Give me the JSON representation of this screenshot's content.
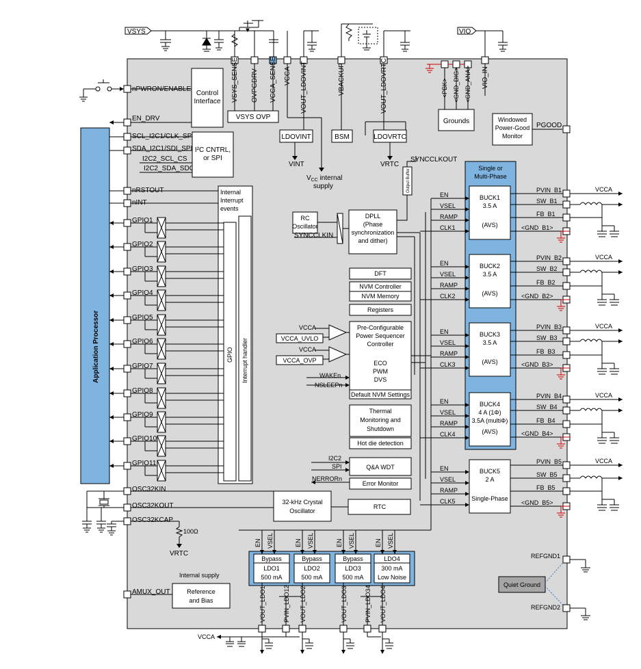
{
  "ext": {
    "vsys": "VSYS",
    "vio": "VIO",
    "vcca_bottom": "VCCA",
    "vrtc_ext": "VRTC",
    "r100": "100Ω",
    "internal_supply_bottom": "Internal supply",
    "vcca_right": [
      "VCCA",
      "VCCA",
      "VCCA",
      "VCCA",
      "VCCA"
    ]
  },
  "left_pins": {
    "npwron": "nPWRON/ENABLE",
    "en_drv": "EN_DRV",
    "scl": "SCL_I2C1/CLK_SPI",
    "sda": "SDA_I2C1/SDI_SPI",
    "scs": "I2C2_SCL_CS",
    "ssdo": "I2C2_SDA_SDO",
    "nrstout": "nRSTOUT",
    "nint": "nINT",
    "gpio": [
      "GPIO1",
      "GPIO2",
      "GPIO3",
      "GPIO4",
      "GPIO5",
      "GPIO6",
      "GPIO7",
      "GPIO8",
      "GPIO9",
      "GPIO10",
      "GPIO11"
    ],
    "osc_in": "OSC32KIN",
    "osc_out": "OSC32KOUT",
    "osc_cap": "OSC32KCAP",
    "amux": "AMUX_OUT"
  },
  "top_pins": {
    "vsys_sense": "VSYS_SENSE",
    "ovpgdrv": "OVPGDRV",
    "vcca_sense": "VCCA_SENSE",
    "vcca": "VCCA",
    "vout_ldovint": "VOUT_LDOVINT",
    "vbackup": "VBACKUP",
    "vout_ldovrtc": "VOUT_LDOVRTC",
    "pbk": "<PBK>",
    "gnd_dig": "<GND_DIG>",
    "gnd_ana": "<GND_ANA>",
    "vio_in": "VIO_IN"
  },
  "blocks": {
    "ap": "Application Processor",
    "ctrl": [
      "Control",
      "Interface"
    ],
    "vsysovp": "VSYS OVP",
    "ldovint": "LDOVINT",
    "bsm": "BSM",
    "ldovrtc": "LDOVRTC",
    "grounds": "Grounds",
    "wpg": [
      "Windowed",
      "Power-Good",
      "Monitor"
    ],
    "pgood": "PGOOD",
    "vint": "VINT",
    "vcc_int": [
      "V",
      "CC",
      " internal",
      "supply"
    ],
    "vrtc": "VRTC",
    "syncclkout": "SYNCCLKOUT",
    "obuf": "Output Buffer",
    "i2c": [
      "I²C CNTRL,",
      "or SPI"
    ],
    "irq": [
      "Internal",
      "Interrupt",
      "events"
    ],
    "gpio_block": "GPIO",
    "irq_handler": "Interrupt handler",
    "rc": [
      "RC",
      "Oscillator"
    ],
    "syncclkin": "SYNCCLKIN",
    "dpll": [
      "DPLL",
      "(Phase",
      "synchronization",
      "and dither)"
    ],
    "dft": "DFT",
    "nvm_ctrl": "NVM Controller",
    "nvm_mem": "NVM Memory",
    "registers": "Registers",
    "seq": [
      "Pre-Configurable",
      "Power Sequencer",
      "Controller",
      "",
      "ECO",
      "PWM",
      "DVS"
    ],
    "default_nvm": "Default NVM Settings",
    "vcca1": "VCCA",
    "vcca_uvlo": "VCCA_UVLO",
    "vcca2": "VCCA",
    "vcca_ovp": "VCCA_OVP",
    "waken": "WAKEn",
    "nsleepn": "NSLEEPn",
    "thermal": [
      "Thermal",
      "Monitoring and",
      "Shutdown"
    ],
    "hotdie": "Hot die detection",
    "i2c2": "I2C2",
    "spi": "SPI",
    "nerrorn": "NERRORn",
    "qa": "Q&A WDT",
    "errmon": "Error Monitor",
    "xtal": [
      "32-kHz Crystal",
      "Oscillator"
    ],
    "rtc": "RTC",
    "ref": [
      "Reference",
      "and Bias"
    ],
    "quiet": "Quiet Ground",
    "refgnd1": "REFGND1",
    "refgnd2": "REFGND2",
    "multiphase": [
      "Single or",
      "Multi-Phase"
    ]
  },
  "bucks": [
    {
      "name": "BUCK1",
      "cur": "3.5 A",
      "extra": "",
      "mode": "(AVS)",
      "pvin": "PVIN_B1",
      "sw": "SW_B1",
      "fb": "FB_B1",
      "gnd": "<GND_B1>",
      "clk": "CLK1"
    },
    {
      "name": "BUCK2",
      "cur": "3.5 A",
      "extra": "",
      "mode": "(AVS)",
      "pvin": "PVIN_B2",
      "sw": "SW_B2",
      "fb": "FB_B2",
      "gnd": "<GND_B2>",
      "clk": "CLK2"
    },
    {
      "name": "BUCK3",
      "cur": "3.5 A",
      "extra": "",
      "mode": "(AVS)",
      "pvin": "PVIN_B3",
      "sw": "SW_B3",
      "fb": "FB_B3",
      "gnd": "<GND_B3>",
      "clk": "CLK3"
    },
    {
      "name": "BUCK4",
      "cur": "4 A (1Φ)",
      "extra": "3.5A (multiΦ)",
      "mode": "(AVS)",
      "pvin": "PVIN_B4",
      "sw": "SW_B4",
      "fb": "FB_B4",
      "gnd": "<GND_B4>",
      "clk": "CLK4"
    },
    {
      "name": "BUCK5",
      "cur": "2 A",
      "extra": "",
      "mode": "Single-Phase",
      "pvin": "PVIN_B5",
      "sw": "SW_B5",
      "fb": "FB_B5",
      "gnd": "<GND_B5>",
      "clk": "CLK5"
    }
  ],
  "buck_ctrl": {
    "en": "EN",
    "vsel": "VSEL",
    "ramp": "RAMP"
  },
  "ldos": [
    {
      "t1": "Bypass",
      "t2": "LDO1",
      "t3": "500 mA",
      "vout": "VOUT_LDO1",
      "pvin": "PVIN_LDO12"
    },
    {
      "t1": "Bypass",
      "t2": "LDO2",
      "t3": "500 mA",
      "vout": "VOUT_LDO2",
      "pvin": ""
    },
    {
      "t1": "Bypass",
      "t2": "LDO3",
      "t3": "500 mA",
      "vout": "VOUT_LDO3",
      "pvin": "PVIN_LDO34"
    },
    {
      "t1": "LDO4",
      "t2": "300 mA",
      "t3": "Low Noise",
      "vout": "VOUT_LDO4",
      "pvin": ""
    }
  ],
  "ldo_ctrl": {
    "en": "EN",
    "vsel": "VSEL"
  }
}
